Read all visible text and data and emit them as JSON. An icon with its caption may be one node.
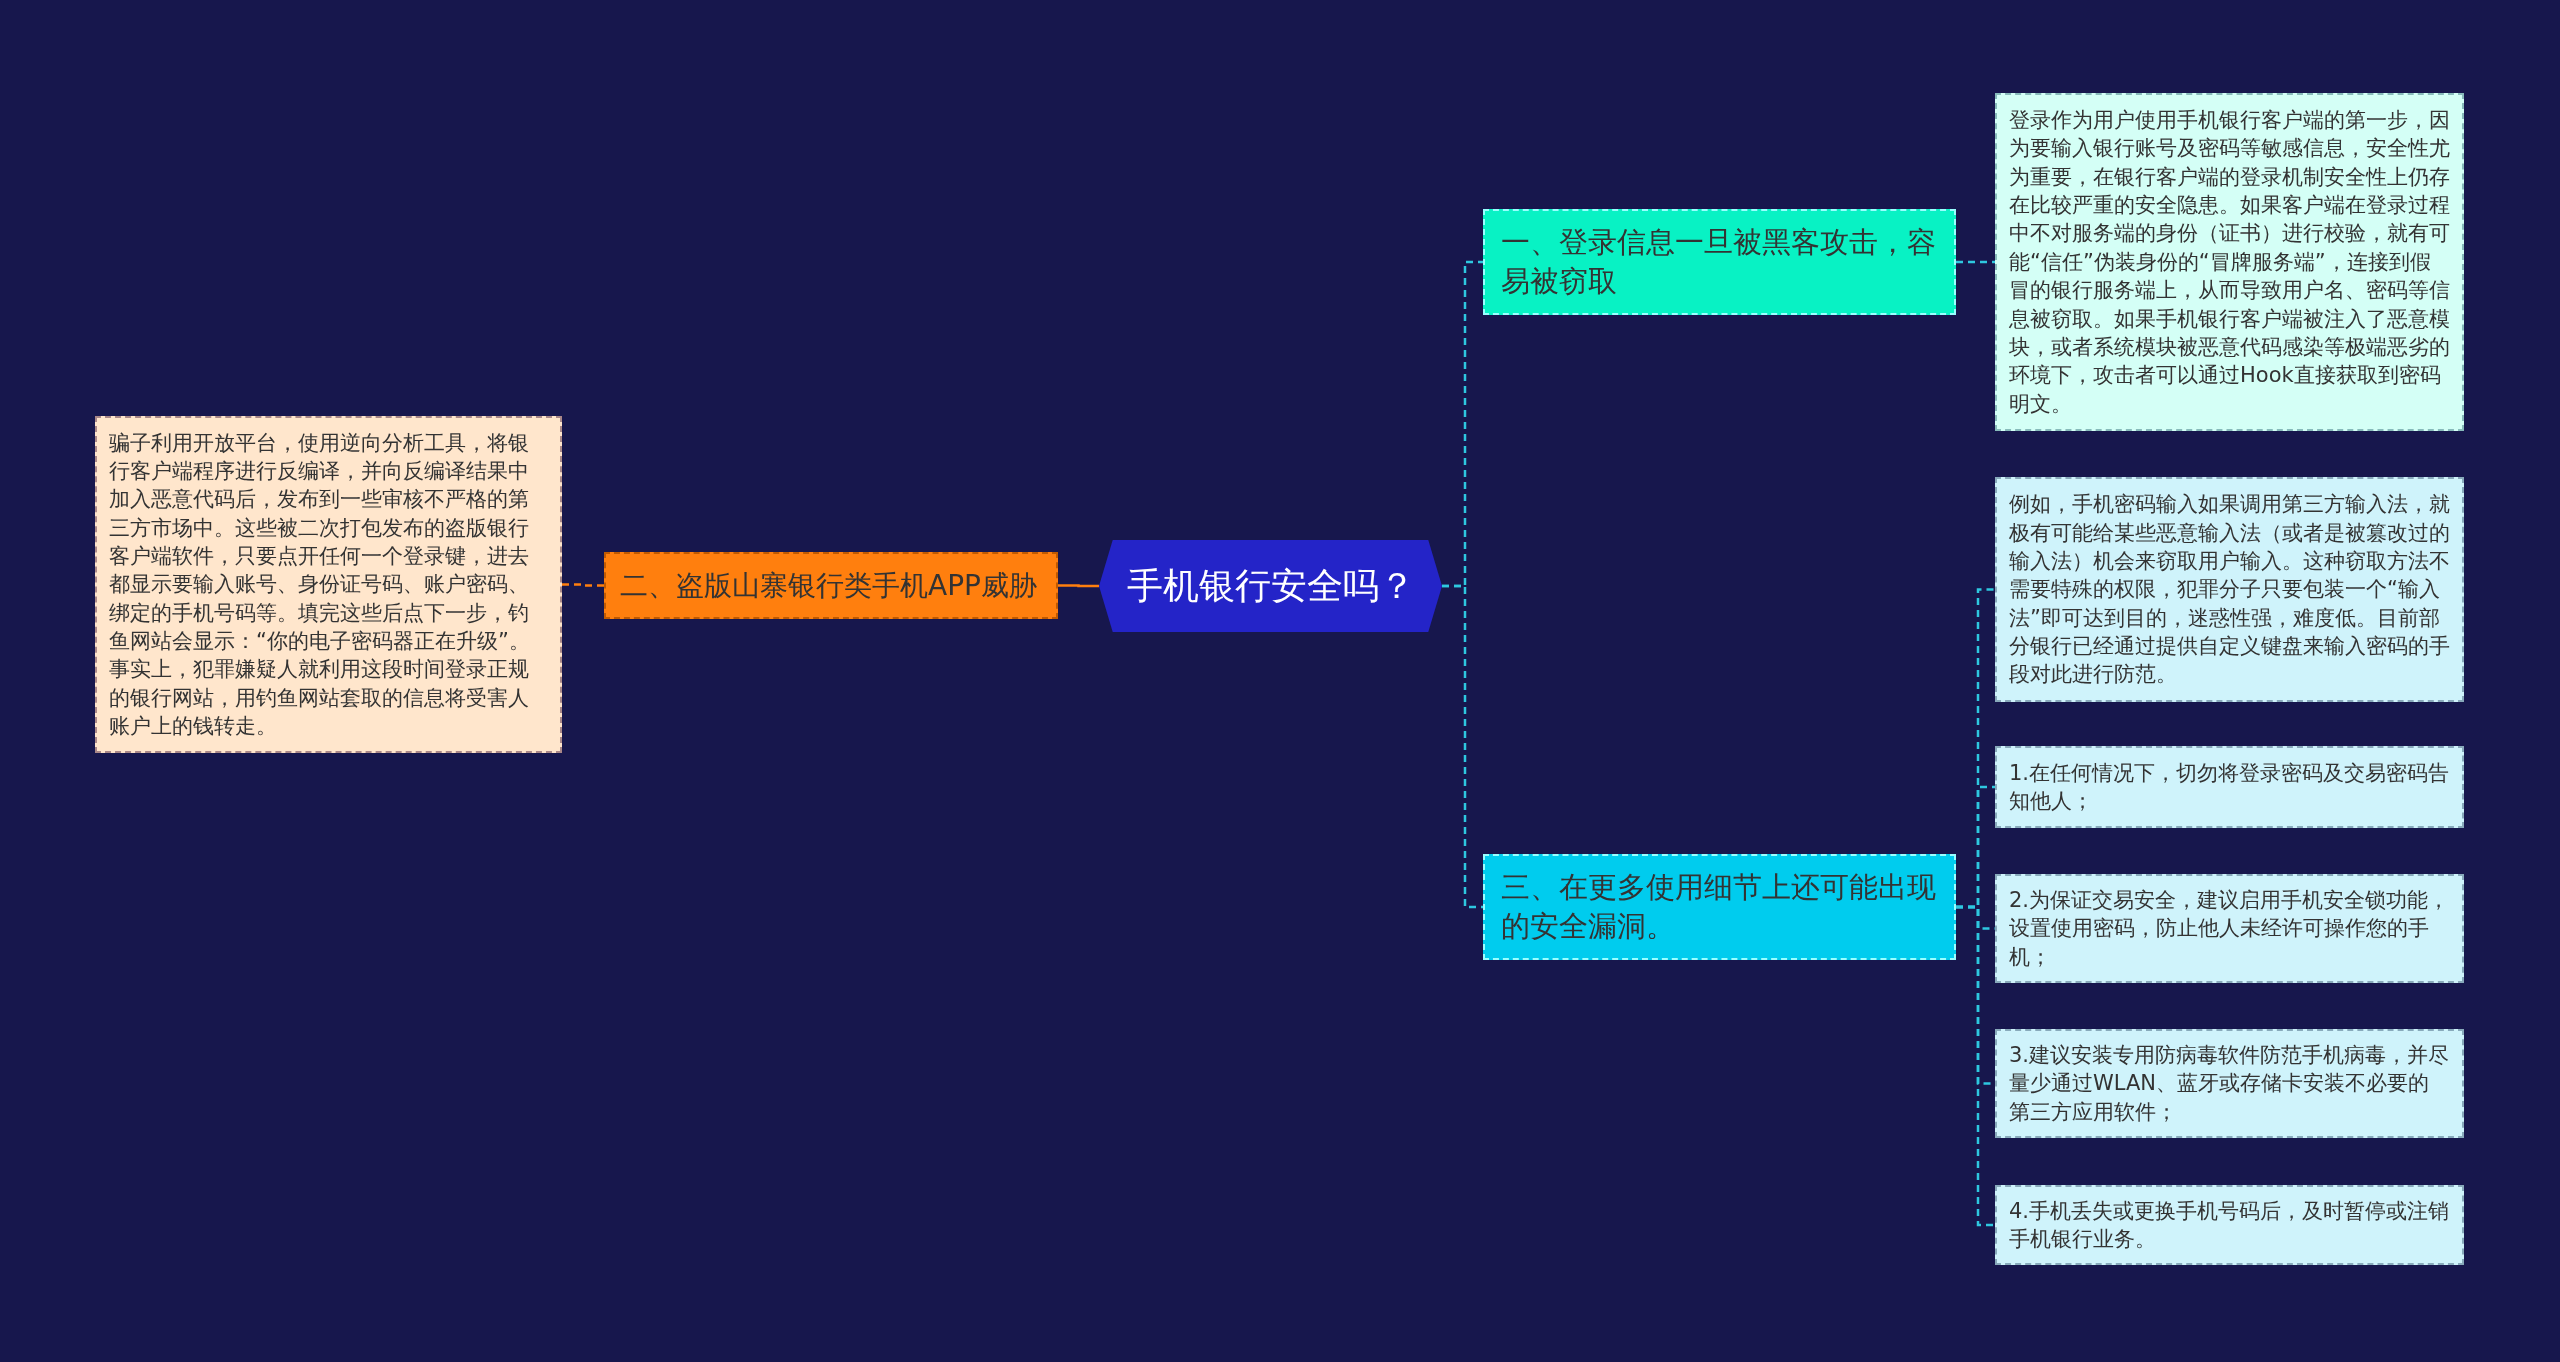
{
  "diagram": {
    "nodes": [
      {
        "text": [
          "手机银行安全吗？"
        ]
      },
      {
        "text": [
          "一、登录信息一旦被黑客攻击，容易被窃取"
        ]
      },
      {
        "text": [
          "登录作为用户使用手机银行客户端的第一步，因为要输入银行账号及密码等敏感信息，安全性尤为重要，在银行客户端的登录机制安全性上仍存在比较严重的安全隐患。如果客户端在登录过程中不对服务端的身份（证书）进行校验，就有可能“信任”伪装身份的“冒牌服务端”，连接到假冒的银行服务端上，从而导致用户名、密码等信息被窃取。如果手机银行客户端被注入了恶意模块，或者系统模块被恶意代码感染等极端恶劣的环境下，攻击者可以通过Hook直接获取到密码明文。"
        ]
      },
      {
        "text": [
          "二、盗版山寨银行类手机APP威胁"
        ]
      },
      {
        "text": [
          "骗子利用开放平台，使用逆向分析工具，将银行客户端程序进行反编译，并向反编译结果中加入恶意代码后，发布到一些审核不严格的第三方市场中。这些被二次打包发布的盗版银行客户端软件，只要点开任何一个登录键，进去都显示要输入账号、身份证号码、账户密码、绑定的手机号码等。填完这些后点下一步，钓鱼网站会显示：“你的电子密码器正在升级”。事实上，犯罪嫌疑人就利用这段时间登录正规的银行网站，用钓鱼网站套取的信息将受害人账户上的钱转走。"
        ]
      },
      {
        "text": [
          "三、在更多使用细节上还可能出现的安全漏洞。"
        ]
      },
      {
        "text": [
          "例如，手机密码输入如果调用第三方输入法，就极有可能给某些恶意输入法（或者是被篡改过的输入法）机会来窃取用户输入。这种窃取方法不需要特殊的权限，犯罪分子只要包装一个“输入法”即可达到目的，迷惑性强，难度低。目前部分银行已经通过提供自定义键盘来输入密码的手段对此进行防范。"
        ]
      },
      {
        "text": [
          "1.在任何情况下，切勿将登录密码及交易密码告知他人；"
        ]
      },
      {
        "text": [
          "2.为保证交易安全，建议启用手机安全锁功能，设置使用密码，防止他人未经许可操作您的手机；"
        ]
      },
      {
        "text": [
          "3.建议安装专用防病毒软件防范手机病毒，并尽量少通过WLAN、蓝牙或存储卡安装不必要的第三方应用软件；"
        ]
      },
      {
        "text": [
          "4.手机丢失或更换手机号码后，及时暂停或注销手机银行业务。"
        ]
      }
    ],
    "edges": [
      {
        "from": 0,
        "to": 1,
        "arrow": "none",
        "style": "dashed"
      },
      {
        "from": 1,
        "to": 2,
        "arrow": "none",
        "style": "dashed"
      },
      {
        "from": 0,
        "to": 3,
        "arrow": "none",
        "color": "#ff7f0e"
      },
      {
        "from": 3,
        "to": 4,
        "arrow": "none",
        "style": "dashed",
        "color": "#ff7f0e"
      },
      {
        "from": 0,
        "to": 5,
        "arrow": "none",
        "style": "dashed"
      },
      {
        "from": 5,
        "to": 6,
        "arrow": "none",
        "style": "dashed"
      },
      {
        "from": 5,
        "to": 7,
        "arrow": "none",
        "style": "dashed"
      },
      {
        "from": 5,
        "to": 8,
        "arrow": "none",
        "style": "dashed"
      },
      {
        "from": 5,
        "to": 9,
        "arrow": "none",
        "style": "dashed"
      },
      {
        "from": 5,
        "to": 10,
        "arrow": "none",
        "style": "dashed"
      }
    ]
  }
}
